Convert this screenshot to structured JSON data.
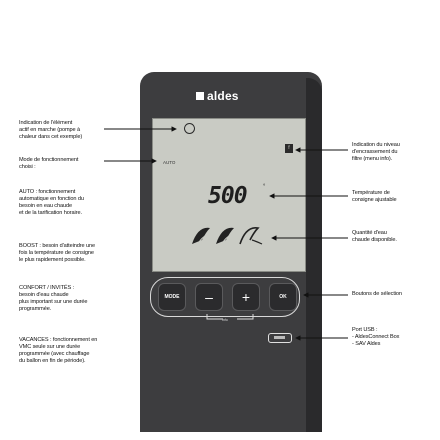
{
  "device": {
    "brand": "aldes",
    "display": {
      "mode": "AUTO",
      "temperature_value": "500",
      "degree_symbol": "°",
      "filter_indicator": "f"
    },
    "buttons": {
      "mode": "MODE",
      "minus": "–",
      "plus": "+",
      "ok": "OK"
    },
    "buttons_bracket_label": "Info"
  },
  "annotations_left": {
    "element_heating": "Indication de l'élément\nactif en marche (pompe à\nchaleur dans cet exemple)",
    "operating_mode": "Mode de fonctionnement\nchoisi :",
    "auto": "AUTO : fonctionnement\nautomatique en fonction du\nbesoin en eau chaude\net de la tarification horaire.",
    "boost": "BOOST : besoin d'atteindre une\nfois la température de consigne\nle plus rapidement possible.",
    "confort": "CONFORT / INVITÉS :\nbesoin d'eau chaude\nplus important sur une durée\nprogrammée.",
    "vacances": "VACANCES : fonctionnement en\nVMC seule sur une durée\nprogrammée (avec chauffage\ndu ballon en fin de période)."
  },
  "annotations_right": {
    "filter": "Indication du niveau\nd'encrassement du\nfiltre (menu info).",
    "setpoint": "Température de\nconsigne ajustable",
    "hot_water": "Quantité d'eau\nchaude disponible.",
    "buttons": "Boutons de sélection",
    "usb": "Port USB :\n- AldesConnect Box\n- SAV Aldes"
  }
}
